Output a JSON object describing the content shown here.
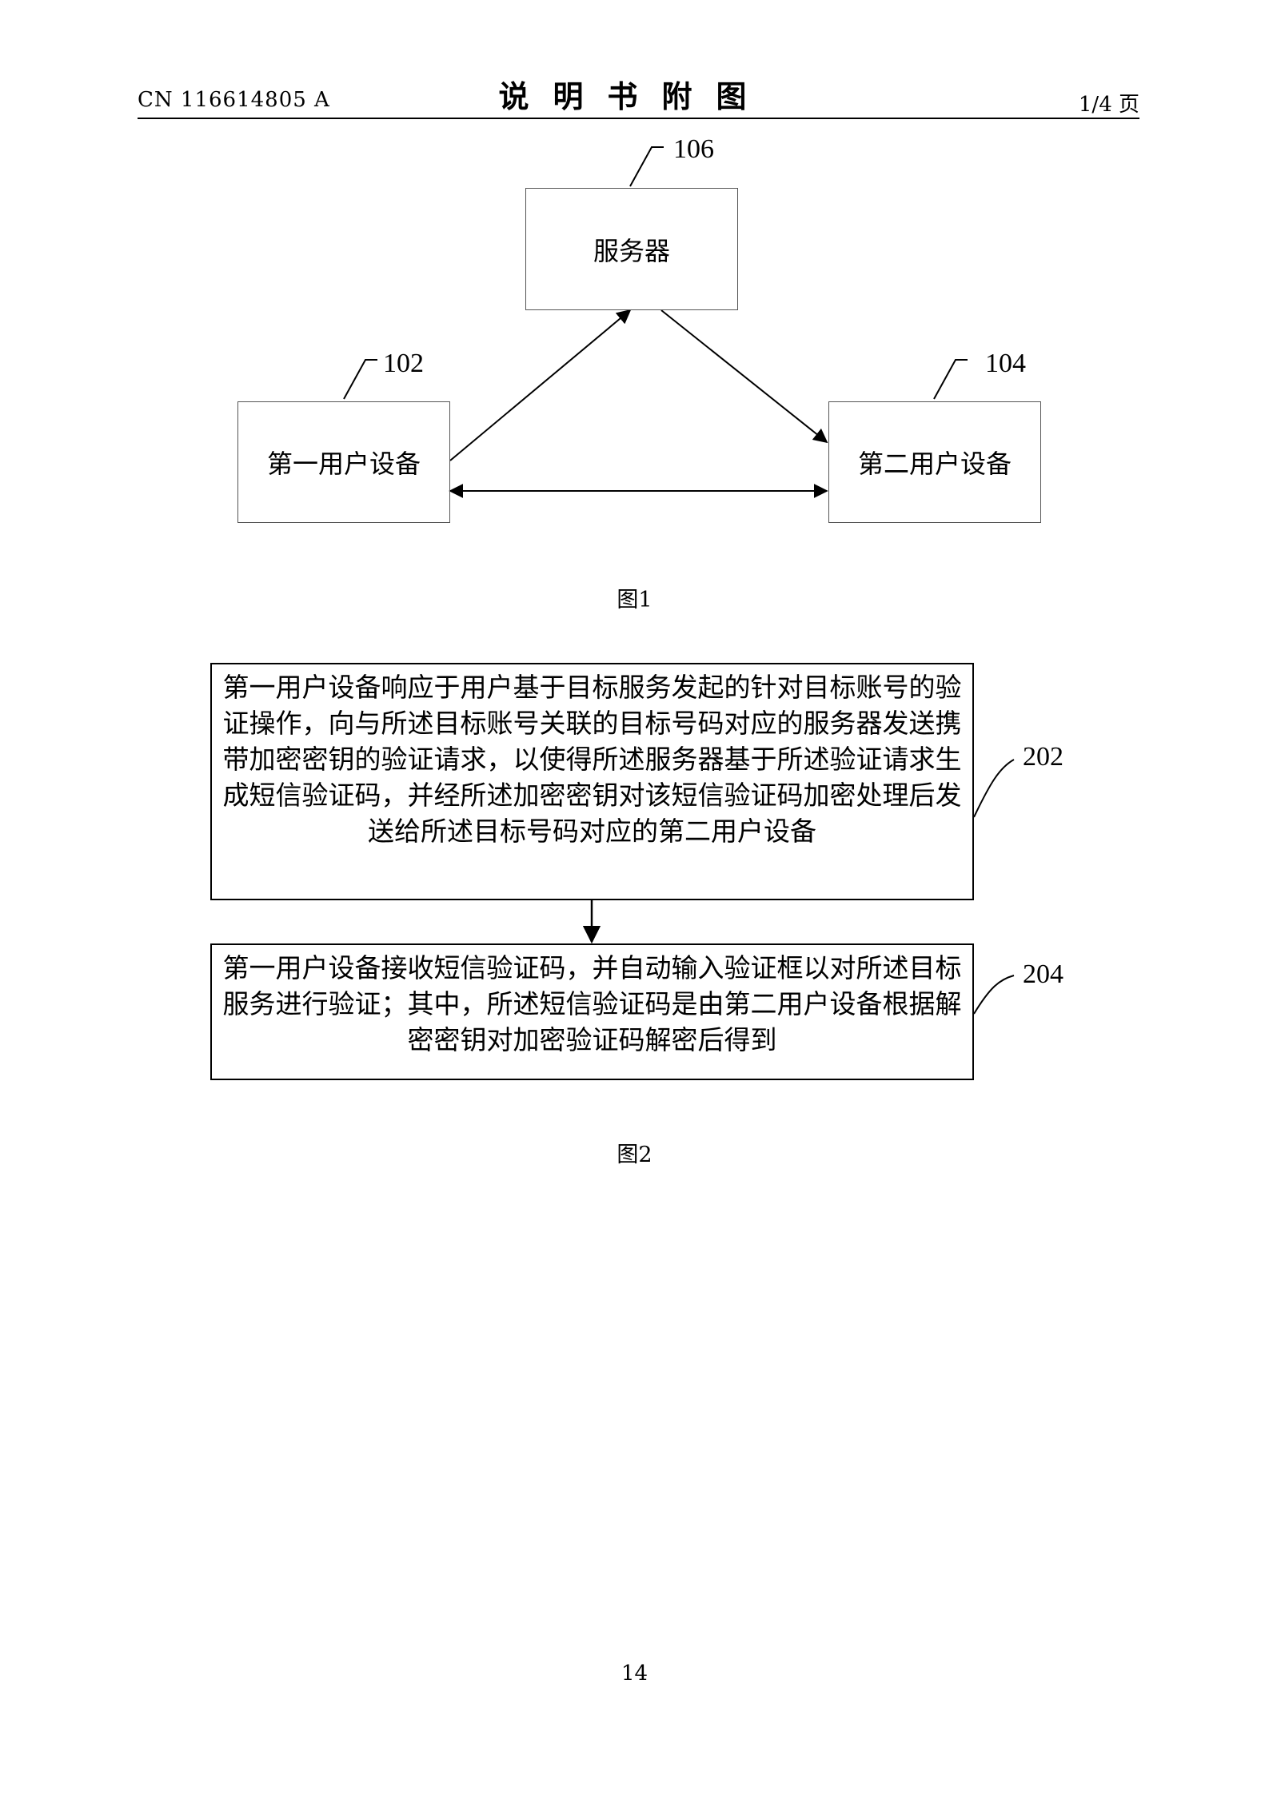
{
  "header": {
    "pub_number": "CN 116614805 A",
    "title": "说明书附图",
    "page_indicator": "1/4 页"
  },
  "figure1": {
    "server_label": "服务器",
    "server_ref": "106",
    "first_device_label": "第一用户设备",
    "first_device_ref": "102",
    "second_device_label": "第二用户设备",
    "second_device_ref": "104",
    "caption": "图1"
  },
  "figure2": {
    "step1_text": "第一用户设备响应于用户基于目标服务发起的针对目标账号的验证操作，向与所述目标账号关联的目标号码对应的服务器发送携带加密密钥的验证请求，以使得所述服务器基于所述验证请求生成短信验证码，并经所述加密密钥对该短信验证码加密处理后发送给所述目标号码对应的第二用户设备",
    "step1_ref": "202",
    "step2_text": "第一用户设备接收短信验证码，并自动输入验证框以对所述目标服务进行验证；其中，所述短信验证码是由第二用户设备根据解密密钥对加密验证码解密后得到",
    "step2_ref": "204",
    "caption": "图2"
  },
  "footer": {
    "page_number": "14"
  }
}
